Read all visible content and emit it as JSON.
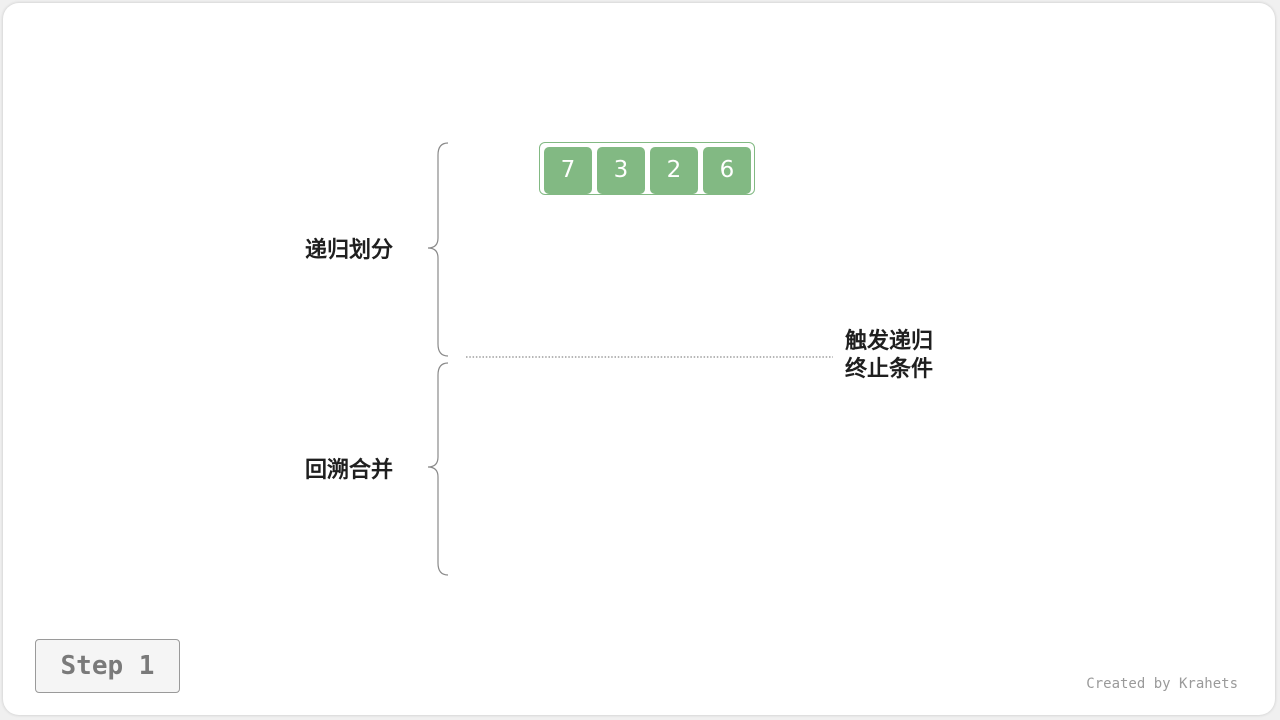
{
  "labels": {
    "divide": "递归划分",
    "merge": "回溯合并",
    "termination_line1": "触发递归",
    "termination_line2": "终止条件"
  },
  "array": {
    "values": [
      "7",
      "3",
      "2",
      "6"
    ]
  },
  "step": {
    "label": "Step 1"
  },
  "credit": "Created by Krahets",
  "colors": {
    "cell_fill": "#82b983",
    "cell_text": "#ffffff",
    "text": "#1f1f1f",
    "muted": "#9a9a9a"
  }
}
